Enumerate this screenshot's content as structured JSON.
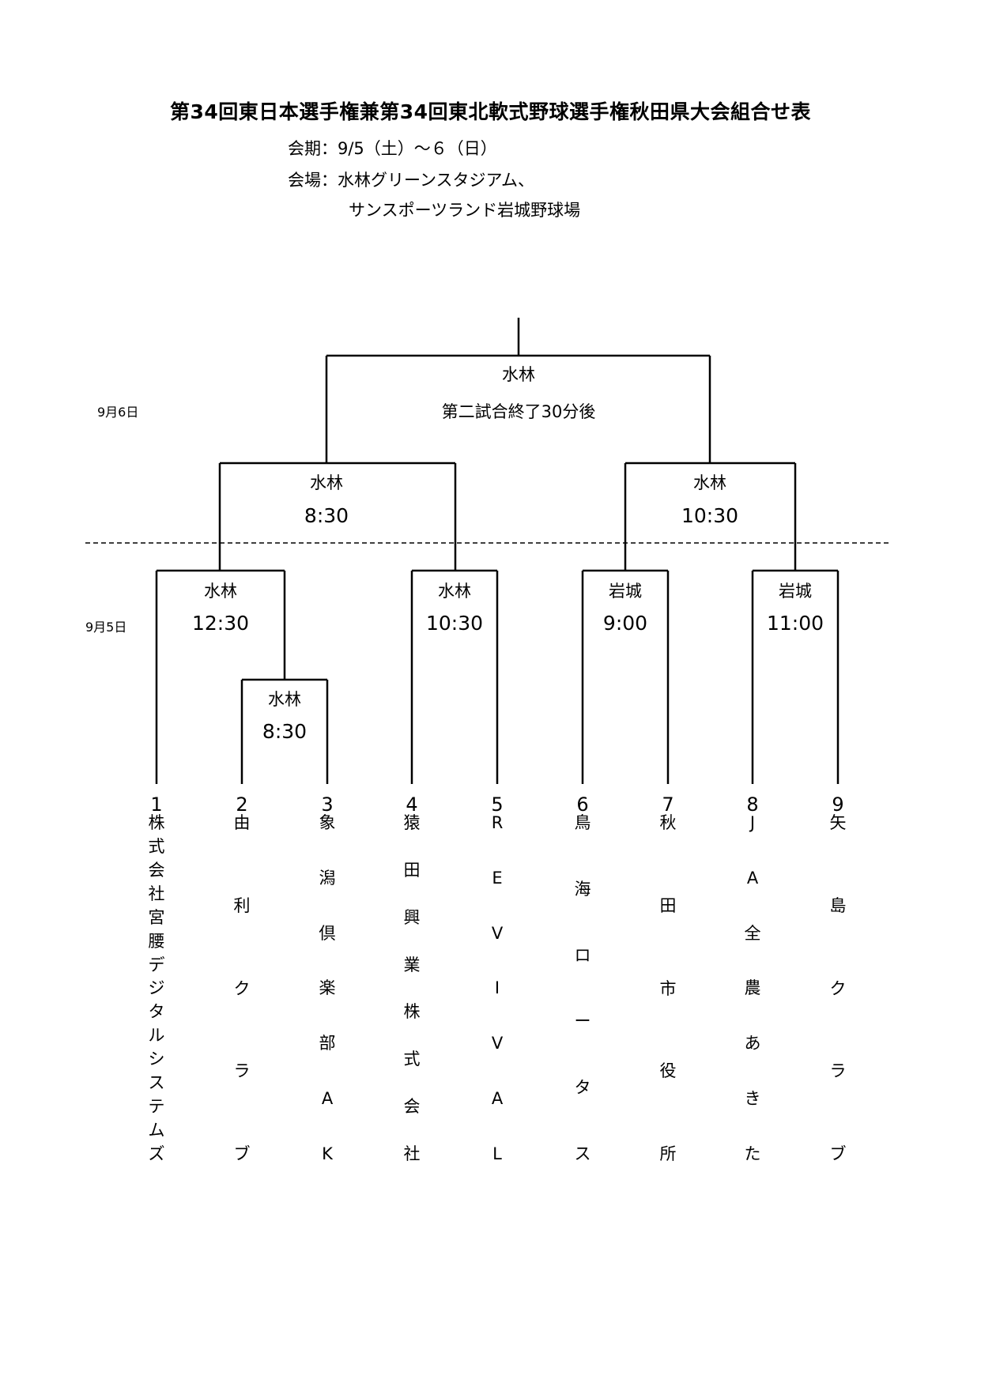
{
  "header": {
    "title": "第34回東日本選手権兼第34回東北軟式野球選手権秋田県大会組合せ表",
    "period": "会期：9/5（土）～６（日）",
    "venue_line1": "会場：水林グリーンスタジアム、",
    "venue_line2": "サンスポーツランド岩城野球場"
  },
  "dates": {
    "day2": "9月6日",
    "day1": "9月5日"
  },
  "final": {
    "venue": "水林",
    "time": "第二試合終了30分後"
  },
  "semis": [
    {
      "venue": "水林",
      "time": "8:30"
    },
    {
      "venue": "水林",
      "time": "10:30"
    }
  ],
  "round1": [
    {
      "venue": "水林",
      "time": "12:30"
    },
    {
      "venue": "水林",
      "time": "10:30"
    },
    {
      "venue": "岩城",
      "time": "9:00"
    },
    {
      "venue": "岩城",
      "time": "11:00"
    }
  ],
  "prelim": {
    "venue": "水林",
    "time": "8:30"
  },
  "teams": [
    {
      "num": "1",
      "name": "株式会社宮腰デジタルシステムズ"
    },
    {
      "num": "2",
      "name": "由利クラブ"
    },
    {
      "num": "3",
      "name": "象潟倶楽部AK"
    },
    {
      "num": "4",
      "name": "猿田興業株式会社"
    },
    {
      "num": "5",
      "name": "REVIVAL"
    },
    {
      "num": "6",
      "name": "鳥海ロータス"
    },
    {
      "num": "7",
      "name": "秋田市役所"
    },
    {
      "num": "8",
      "name": "JA全農あきた"
    },
    {
      "num": "9",
      "name": "矢島クラブ"
    }
  ]
}
